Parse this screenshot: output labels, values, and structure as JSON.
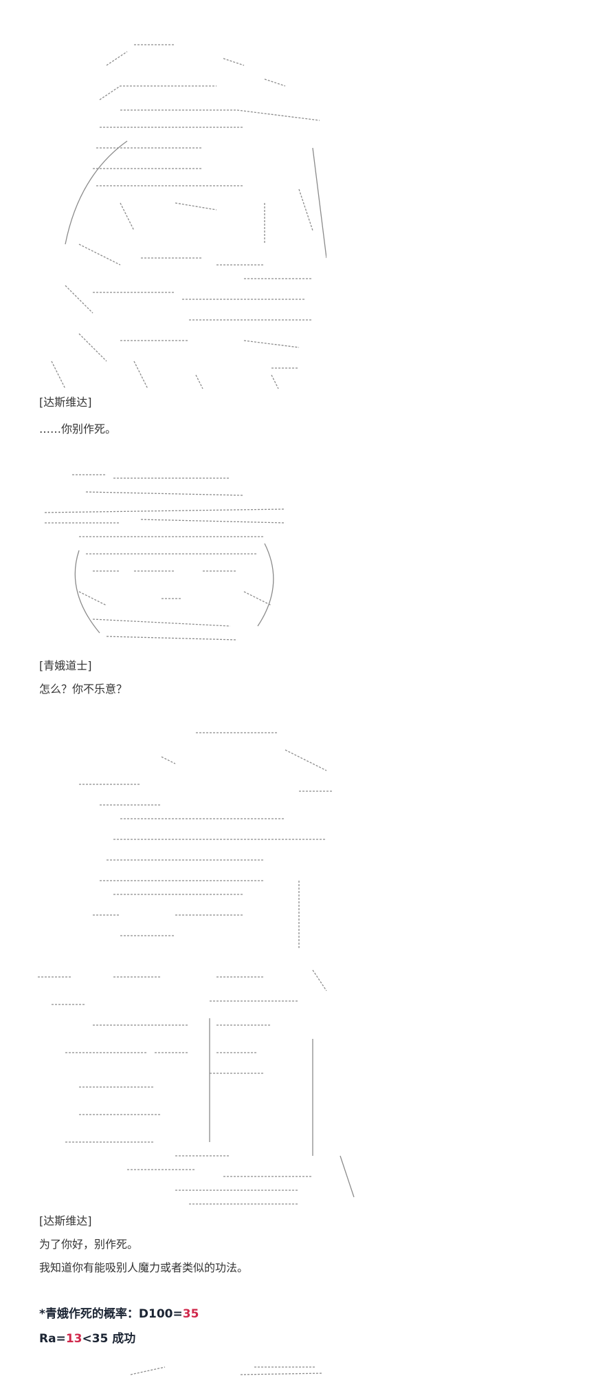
{
  "blocks": [
    {
      "speaker": "[达斯维达]",
      "lines": [
        "……你别作死。"
      ]
    },
    {
      "speaker": "[青娥道士]",
      "lines": [
        "怎么？你不乐意？"
      ]
    },
    {
      "speaker": "[达斯维达]",
      "lines": [
        "为了你好，别作死。",
        "我知道你有能吸别人魔力或者类似的功法。"
      ]
    }
  ],
  "roll": {
    "prefix": "*青娥作死的概率：D100=",
    "target": "35",
    "ra_label": "Ra=",
    "ra_value": "13",
    "ra_suffix": "<35 成功"
  },
  "colors": {
    "highlight": "#d0284b",
    "bold_text": "#1b2433"
  }
}
